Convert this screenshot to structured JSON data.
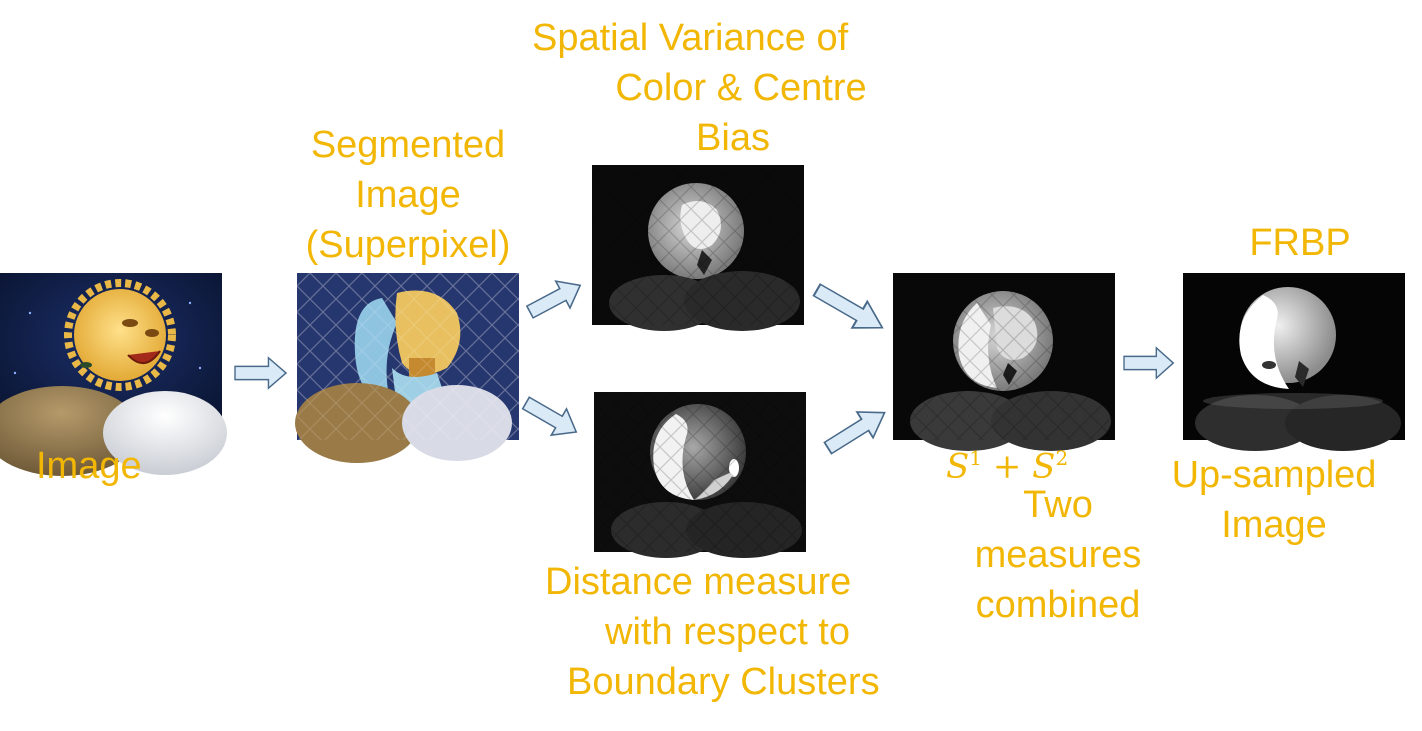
{
  "colors": {
    "label": "#f2b705",
    "arrow_fill": "#dbeaf7",
    "arrow_stroke": "#4a6a8a",
    "map_background": "#0a0a0a"
  },
  "labels": {
    "input": "Image",
    "segmented": [
      "Segmented",
      "Image",
      "(Superpixel)"
    ],
    "spatial": [
      "Spatial Variance of",
      "Color & Centre",
      "Bias"
    ],
    "distance": [
      "Distance measure",
      "with respect to",
      "Boundary Clusters"
    ],
    "combined_formula": {
      "s1": "S",
      "sup1": "1",
      "plus": "+",
      "s2": "S",
      "sup2": "2"
    },
    "combined": [
      "Two",
      "measures",
      "combined"
    ],
    "frbp": "FRBP",
    "upsampled": [
      "Up-sampled",
      "Image"
    ]
  },
  "icons": [
    "input-photo-moon-sun-icon",
    "superpixel-segmentation-icon",
    "spatial-variance-saliency-map-icon",
    "boundary-distance-saliency-map-icon",
    "combined-saliency-map-icon",
    "upsampled-saliency-map-icon",
    "block-arrow-icon"
  ]
}
